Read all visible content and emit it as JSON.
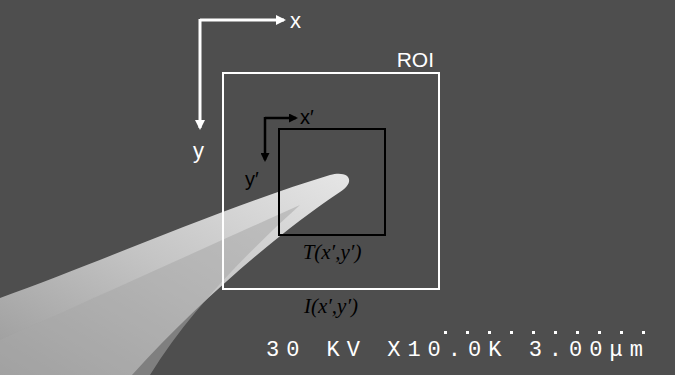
{
  "diagram": {
    "nodes": [
      {
        "text": [
          "ROI",
          "I(x′,y′)"
        ]
      },
      {
        "text": [
          "T(x′,y′)"
        ],
        "in": 0
      }
    ],
    "labels": [
      "x",
      "y",
      "x′",
      "y′",
      "30 KV X10.0K 3.00μm"
    ]
  }
}
